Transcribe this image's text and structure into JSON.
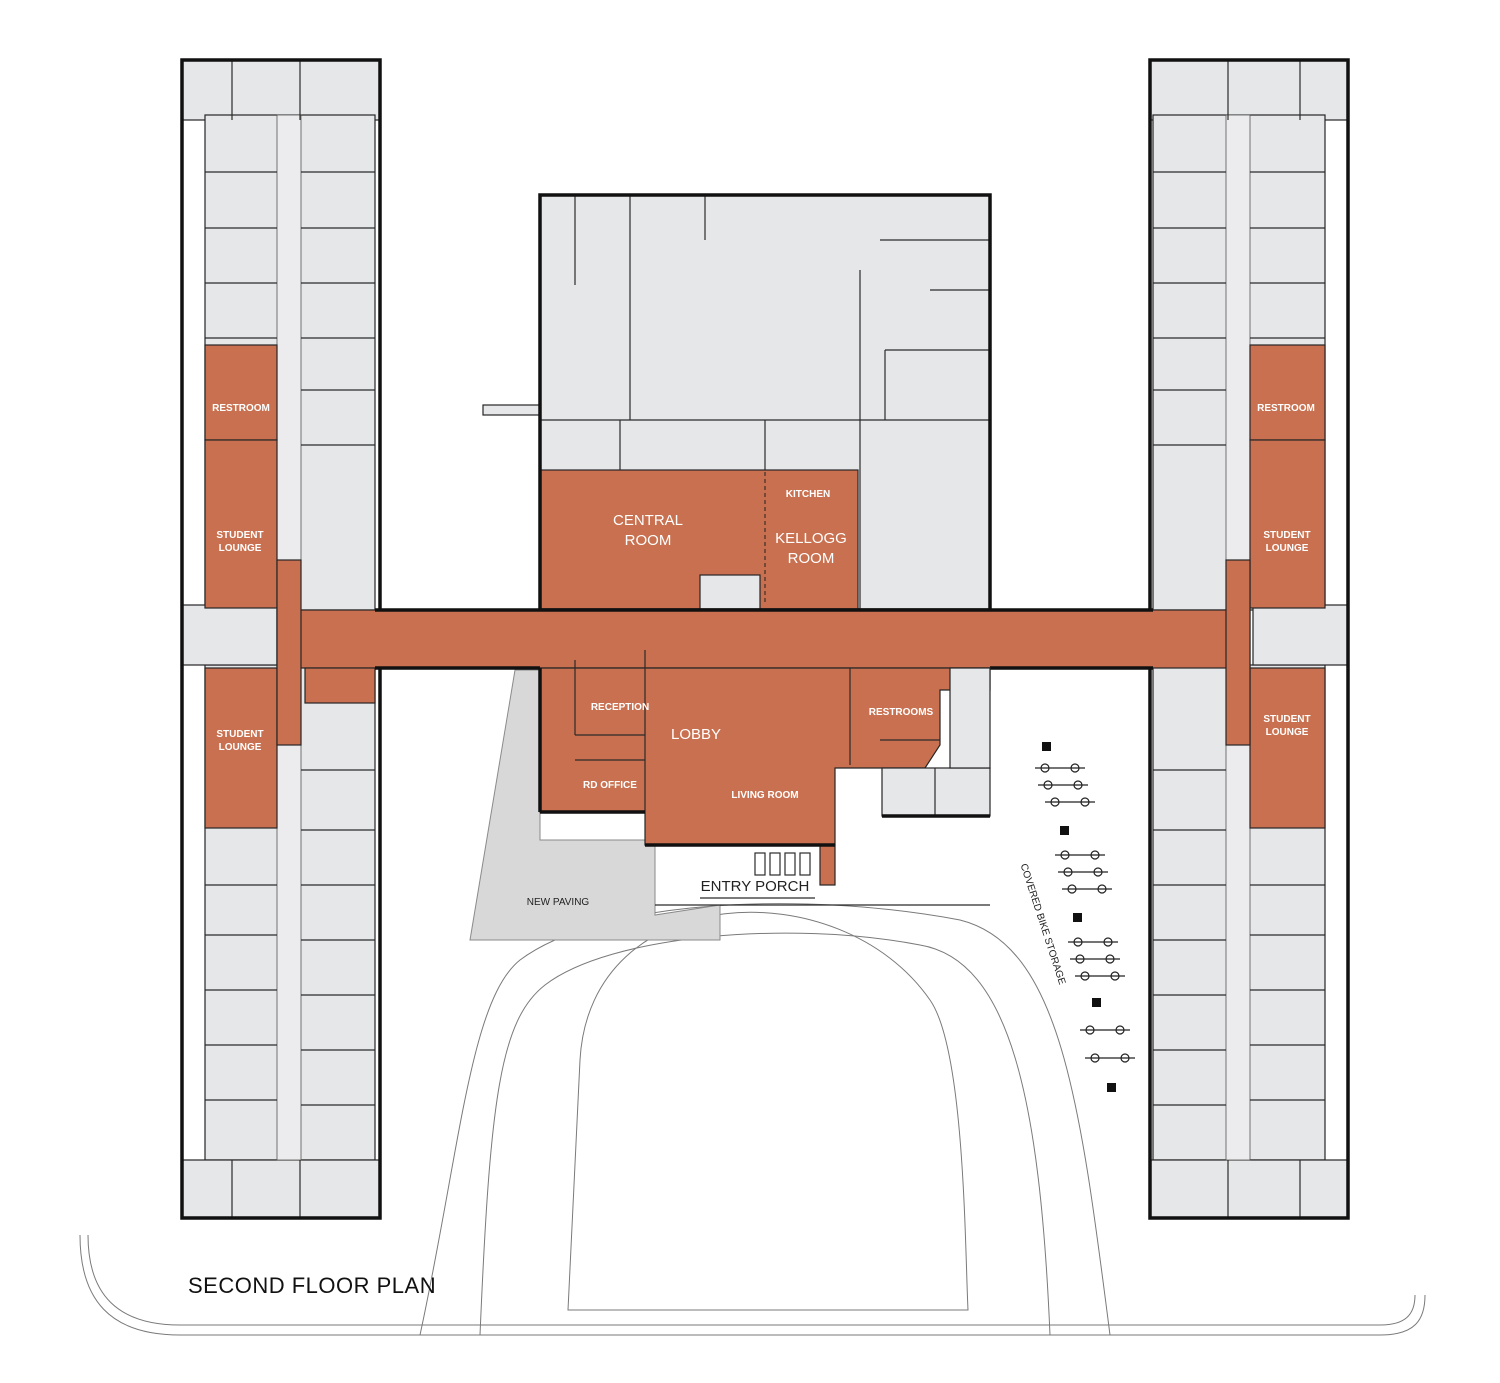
{
  "title": "SECOND FLOOR PLAN",
  "colors": {
    "highlight": "#c8704f",
    "room": "#e6e7e9",
    "wall": "#111111",
    "paving": "#d9d8d8"
  },
  "labels": {
    "restroom": "RESTROOM",
    "student_lounge_line1": "STUDENT",
    "student_lounge_line2": "LOUNGE",
    "central_room_line1": "CENTRAL",
    "central_room_line2": "ROOM",
    "kitchen": "KITCHEN",
    "kellogg_room_line1": "KELLOGG",
    "kellogg_room_line2": "ROOM",
    "reception": "RECEPTION",
    "lobby": "LOBBY",
    "restrooms": "RESTROOMS",
    "rd_office": "RD OFFICE",
    "living_room": "LIVING ROOM",
    "entry_porch": "ENTRY PORCH",
    "new_paving": "NEW PAVING",
    "covered_bike_storage": "COVERED BIKE STORAGE"
  }
}
